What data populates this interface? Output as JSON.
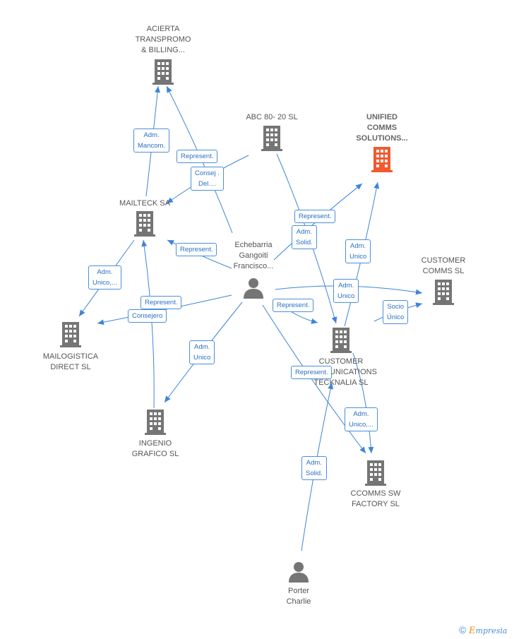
{
  "colors": {
    "company": "#757575",
    "highlight_company": "#f05a30",
    "person": "#757575",
    "edge": "#3d85d8",
    "label_border": "#4a8fdc"
  },
  "nodes": {
    "acierta": {
      "label": "ACIERTA\nTRANSPROMO\n& BILLING...",
      "icon": "building-icon"
    },
    "abc": {
      "label": "ABC 80- 20  SL",
      "icon": "building-icon"
    },
    "unified": {
      "label": "UNIFIED\nCOMMS\nSOLUTIONS...",
      "icon": "building-icon"
    },
    "mailteck": {
      "label": "MAILTECK SA",
      "icon": "building-icon"
    },
    "echebarria": {
      "label": "Echebarria\nGangoiti\nFrancisco...",
      "icon": "person-icon"
    },
    "customer_comms": {
      "label": "CUSTOMER\nCOMMS  SL",
      "icon": "building-icon"
    },
    "mailogistica": {
      "label": "MAILOGISTICA\nDIRECT  SL",
      "icon": "building-icon"
    },
    "customer_tecknalia": {
      "label": "CUSTOMER\nCOMMUNICATIONS\nTECKNALIA SL",
      "icon": "building-icon"
    },
    "ingenio": {
      "label": "INGENIO\nGRAFICO SL",
      "icon": "building-icon"
    },
    "ccomms": {
      "label": "CCOMMS SW\nFACTORY  SL",
      "icon": "building-icon"
    },
    "porter": {
      "label": "Porter\nCharlie",
      "icon": "person-icon"
    }
  },
  "edge_labels": {
    "adm_mancom": "Adm.\nMancom.",
    "represent_acierta": "Represent.",
    "consej_del": "Consej .\nDel....",
    "represent_unified": "Represent.",
    "adm_solid_abc": "Adm.\nSolid.",
    "adm_unico_unified": "Adm.\nUnico",
    "represent_mailteck": "Represent.",
    "adm_unico_mailogistica": "Adm.\nUnico,...",
    "represent_mailogistica": "Represent.",
    "consejero": "Consejero",
    "adm_unico_customer_comms": "Adm.\nUnico",
    "socio_unico": "Socio\nÚnico",
    "represent_tecknalia": "Represent.",
    "adm_unico_ingenio": "Adm.\nUnico",
    "represent_ccomms": "Represent.",
    "adm_unico_ccomms": "Adm.\nUnico,...",
    "adm_solid_porter": "Adm.\nSolid."
  },
  "footer": {
    "copyright_symbol": "©",
    "brand_first": "E",
    "brand_rest": "mpresia"
  }
}
